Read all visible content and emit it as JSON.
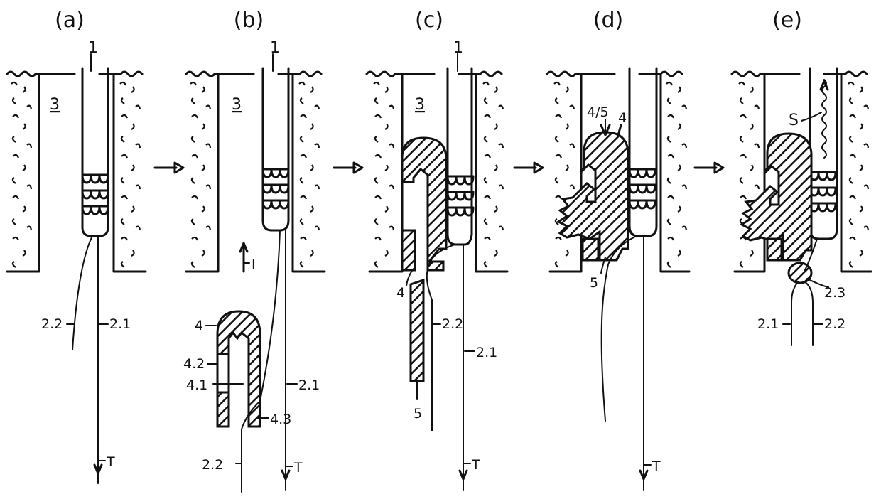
{
  "panels": [
    {
      "id": "a",
      "title": "(a)"
    },
    {
      "id": "b",
      "title": "(b)"
    },
    {
      "id": "c",
      "title": "(c)"
    },
    {
      "id": "d",
      "title": "(d)"
    },
    {
      "id": "e",
      "title": "(e)"
    }
  ],
  "labels": {
    "fiber": "1",
    "space": "3",
    "wire_1": "2.1",
    "wire_2": "2.2",
    "twist": "2.3",
    "cap": "4",
    "cap_part_1": "4.1",
    "cap_part_2": "4.2",
    "cap_part_3": "4.3",
    "sleeve": "5",
    "combined": "4/5",
    "tension": "T",
    "direction": "I",
    "spring": "S"
  }
}
